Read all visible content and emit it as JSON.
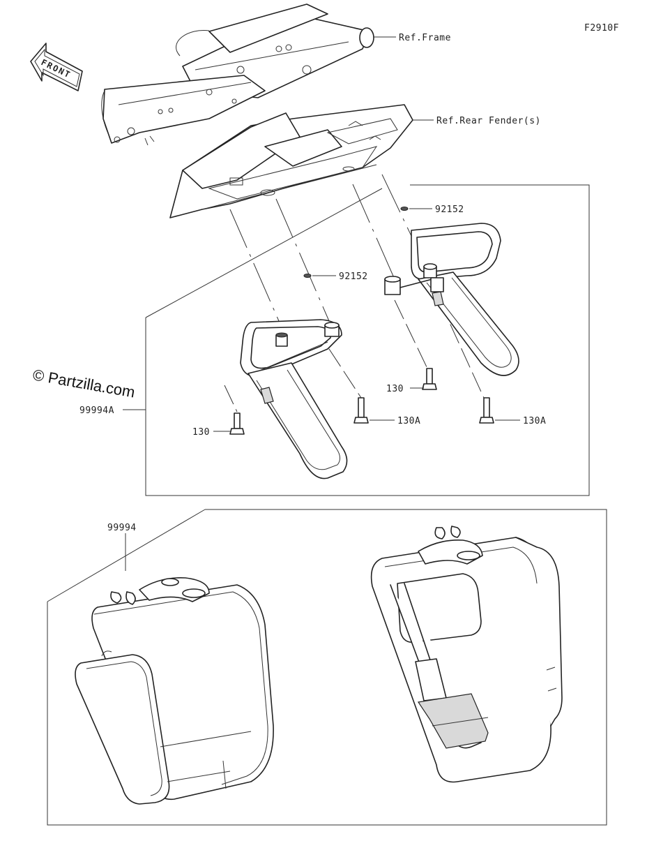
{
  "figure_code": "F2910F",
  "direction_label": "FRONT",
  "watermark": "© Partzilla.com",
  "callouts": {
    "ref_frame": "Ref.Frame",
    "ref_rear_fender": "Ref.Rear Fender(s)",
    "washer_upper_right": "92152",
    "washer_center": "92152",
    "bolt_130_center": "130",
    "bolt_130a_center": "130A",
    "bolt_130a_right": "130A",
    "bolt_130_left": "130",
    "bracket_set": "99994A",
    "saddlebag_set": "99994"
  }
}
